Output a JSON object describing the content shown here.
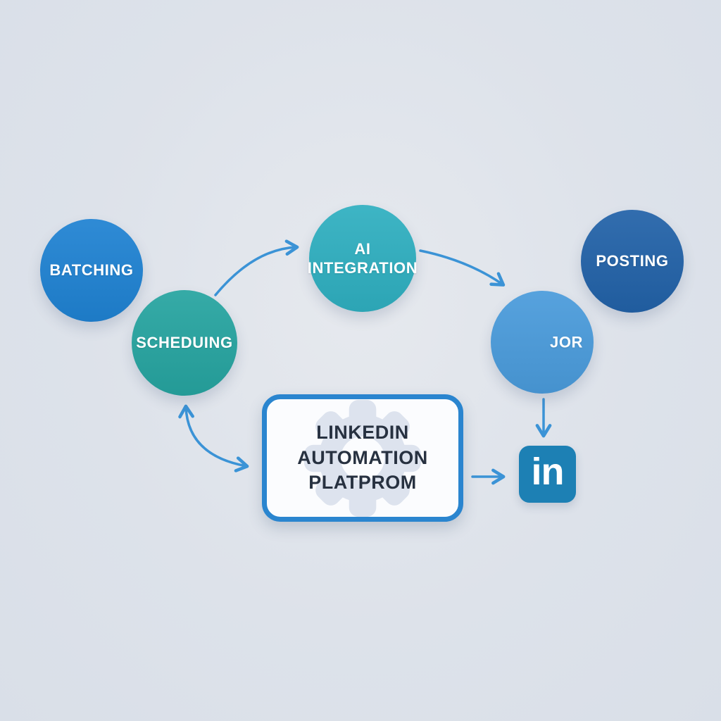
{
  "diagram": {
    "background": {
      "center": "#e6e9ee",
      "edge": "#d9dfe8"
    },
    "arrow_color": "#3b93d6",
    "nodes": [
      {
        "id": "batching",
        "label": "BATCHING",
        "color": "#1f82d2"
      },
      {
        "id": "scheduling",
        "label": "SCHEDUING",
        "color": "#26a4a0"
      },
      {
        "id": "ai-integration",
        "lines": [
          "AI",
          "INTEGRATION"
        ],
        "color": "#2fafc0"
      },
      {
        "id": "posting",
        "label": "POSTING",
        "color": "#2262a8"
      },
      {
        "id": "jor",
        "label": "JOR",
        "color": "#4a9bdb"
      }
    ],
    "center_box": {
      "lines": [
        "LINKEDIN",
        "AUTOMATION",
        "PLATPROM"
      ],
      "border_color": "#2a85cf",
      "background": "#fbfcfe",
      "text_color": "#273140",
      "gear_color": "#dde3ee"
    },
    "linkedin_icon": {
      "label": "in",
      "background": "#1d80b4",
      "text_color": "#ffffff"
    },
    "connections": [
      {
        "from": "scheduling",
        "to": "ai-integration",
        "style": "curved",
        "heads": [
          "end"
        ]
      },
      {
        "from": "ai-integration",
        "to": "jor",
        "style": "curved",
        "heads": [
          "end"
        ]
      },
      {
        "from": "scheduling",
        "to": "center-box",
        "style": "curved",
        "heads": [
          "start",
          "end"
        ]
      },
      {
        "from": "jor",
        "to": "linkedin-icon",
        "style": "straight",
        "heads": [
          "end"
        ]
      },
      {
        "from": "center-box",
        "to": "linkedin-icon",
        "style": "straight",
        "heads": [
          "end"
        ]
      }
    ]
  }
}
